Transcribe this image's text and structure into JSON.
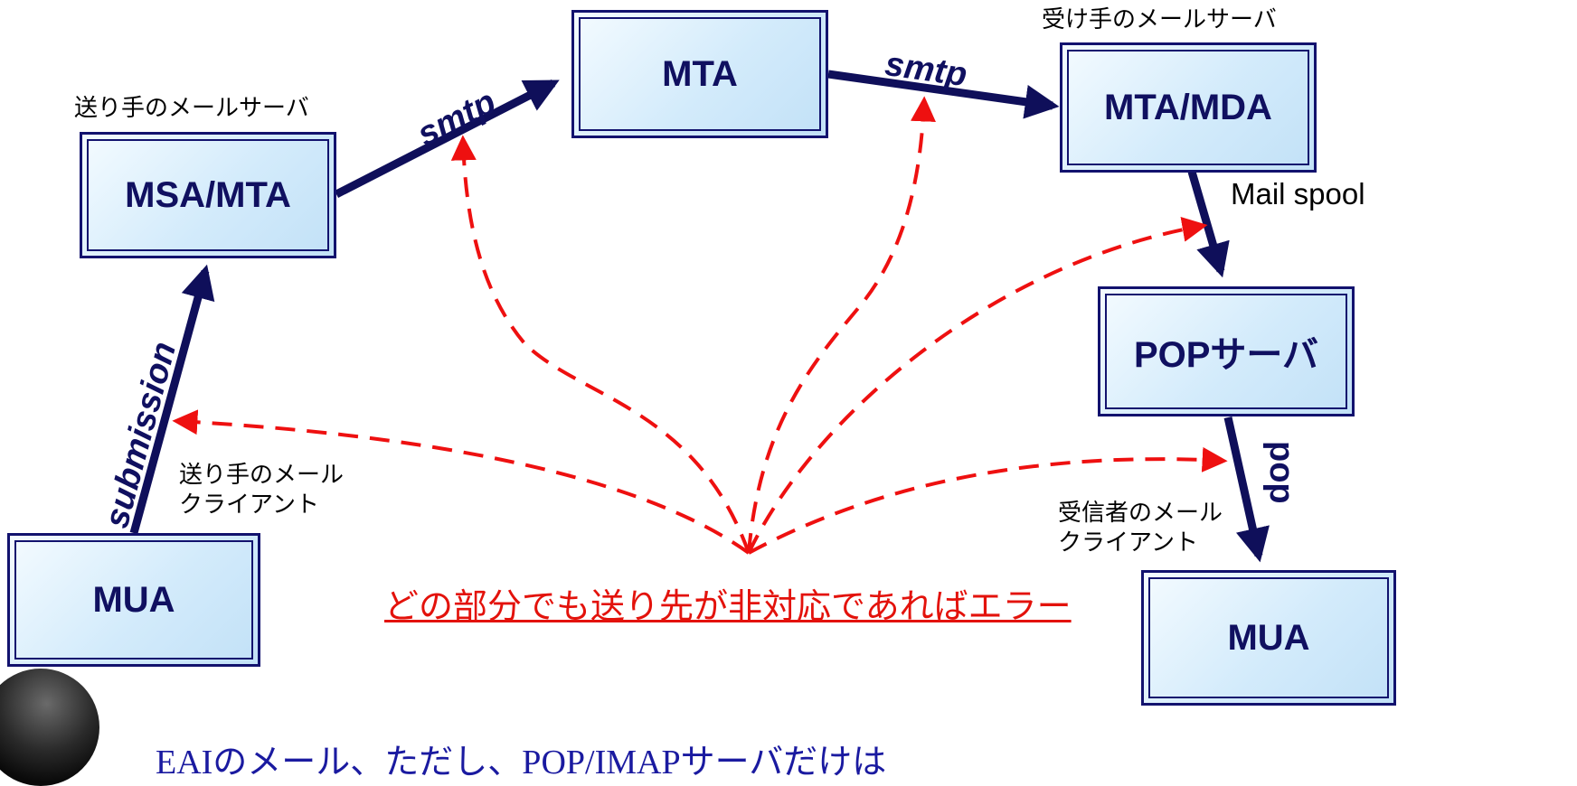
{
  "boxes": {
    "msa_mta": "MSA/MTA",
    "mta": "MTA",
    "mta_mda": "MTA/MDA",
    "pop_server": "POPサーバ",
    "mua_sender": "MUA",
    "mua_receiver": "MUA"
  },
  "labels": {
    "sender_server": "送り手のメールサーバ",
    "receiver_server": "受け手のメールサーバ",
    "sender_client_line1": "送り手のメール",
    "sender_client_line2": "クライアント",
    "receiver_client_line1": "受信者のメール",
    "receiver_client_line2": "クライアント",
    "mail_spool": "Mail spool"
  },
  "protocols": {
    "submission": "submission",
    "smtp_1": "smtp",
    "smtp_2": "smtp",
    "pop": "pop"
  },
  "error_message": "どの部分でも送り先が非対応であればエラー",
  "footer_text": "EAIのメール、ただし、POP/IMAPサーバだけは",
  "colors": {
    "flow_arrow": "#0f0f5a",
    "error_arrow": "#e3120b",
    "box_border": "#12126e"
  }
}
